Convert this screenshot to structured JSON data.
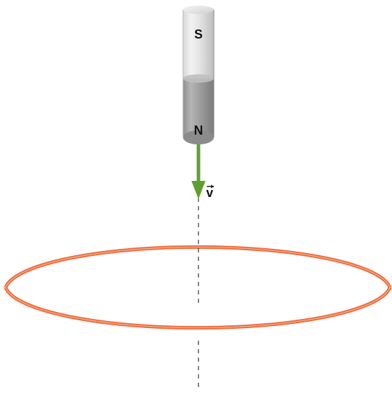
{
  "diagram": {
    "magnet": {
      "top_pole_label": "S",
      "bottom_pole_label": "N",
      "colors": {
        "top_light": "#e6e6e6",
        "top_mid": "#cfcfcf",
        "bottom_light": "#a9a9a9",
        "bottom_mid": "#8a8a8a"
      }
    },
    "velocity_arrow": {
      "label": "v",
      "has_vector_arrow": true,
      "color": "#5f9f2f"
    },
    "loop": {
      "color": "#ee6a3d",
      "inner_color": "#f7b58f"
    },
    "axis_line": {
      "style": "dashed",
      "color": "#333333"
    }
  }
}
